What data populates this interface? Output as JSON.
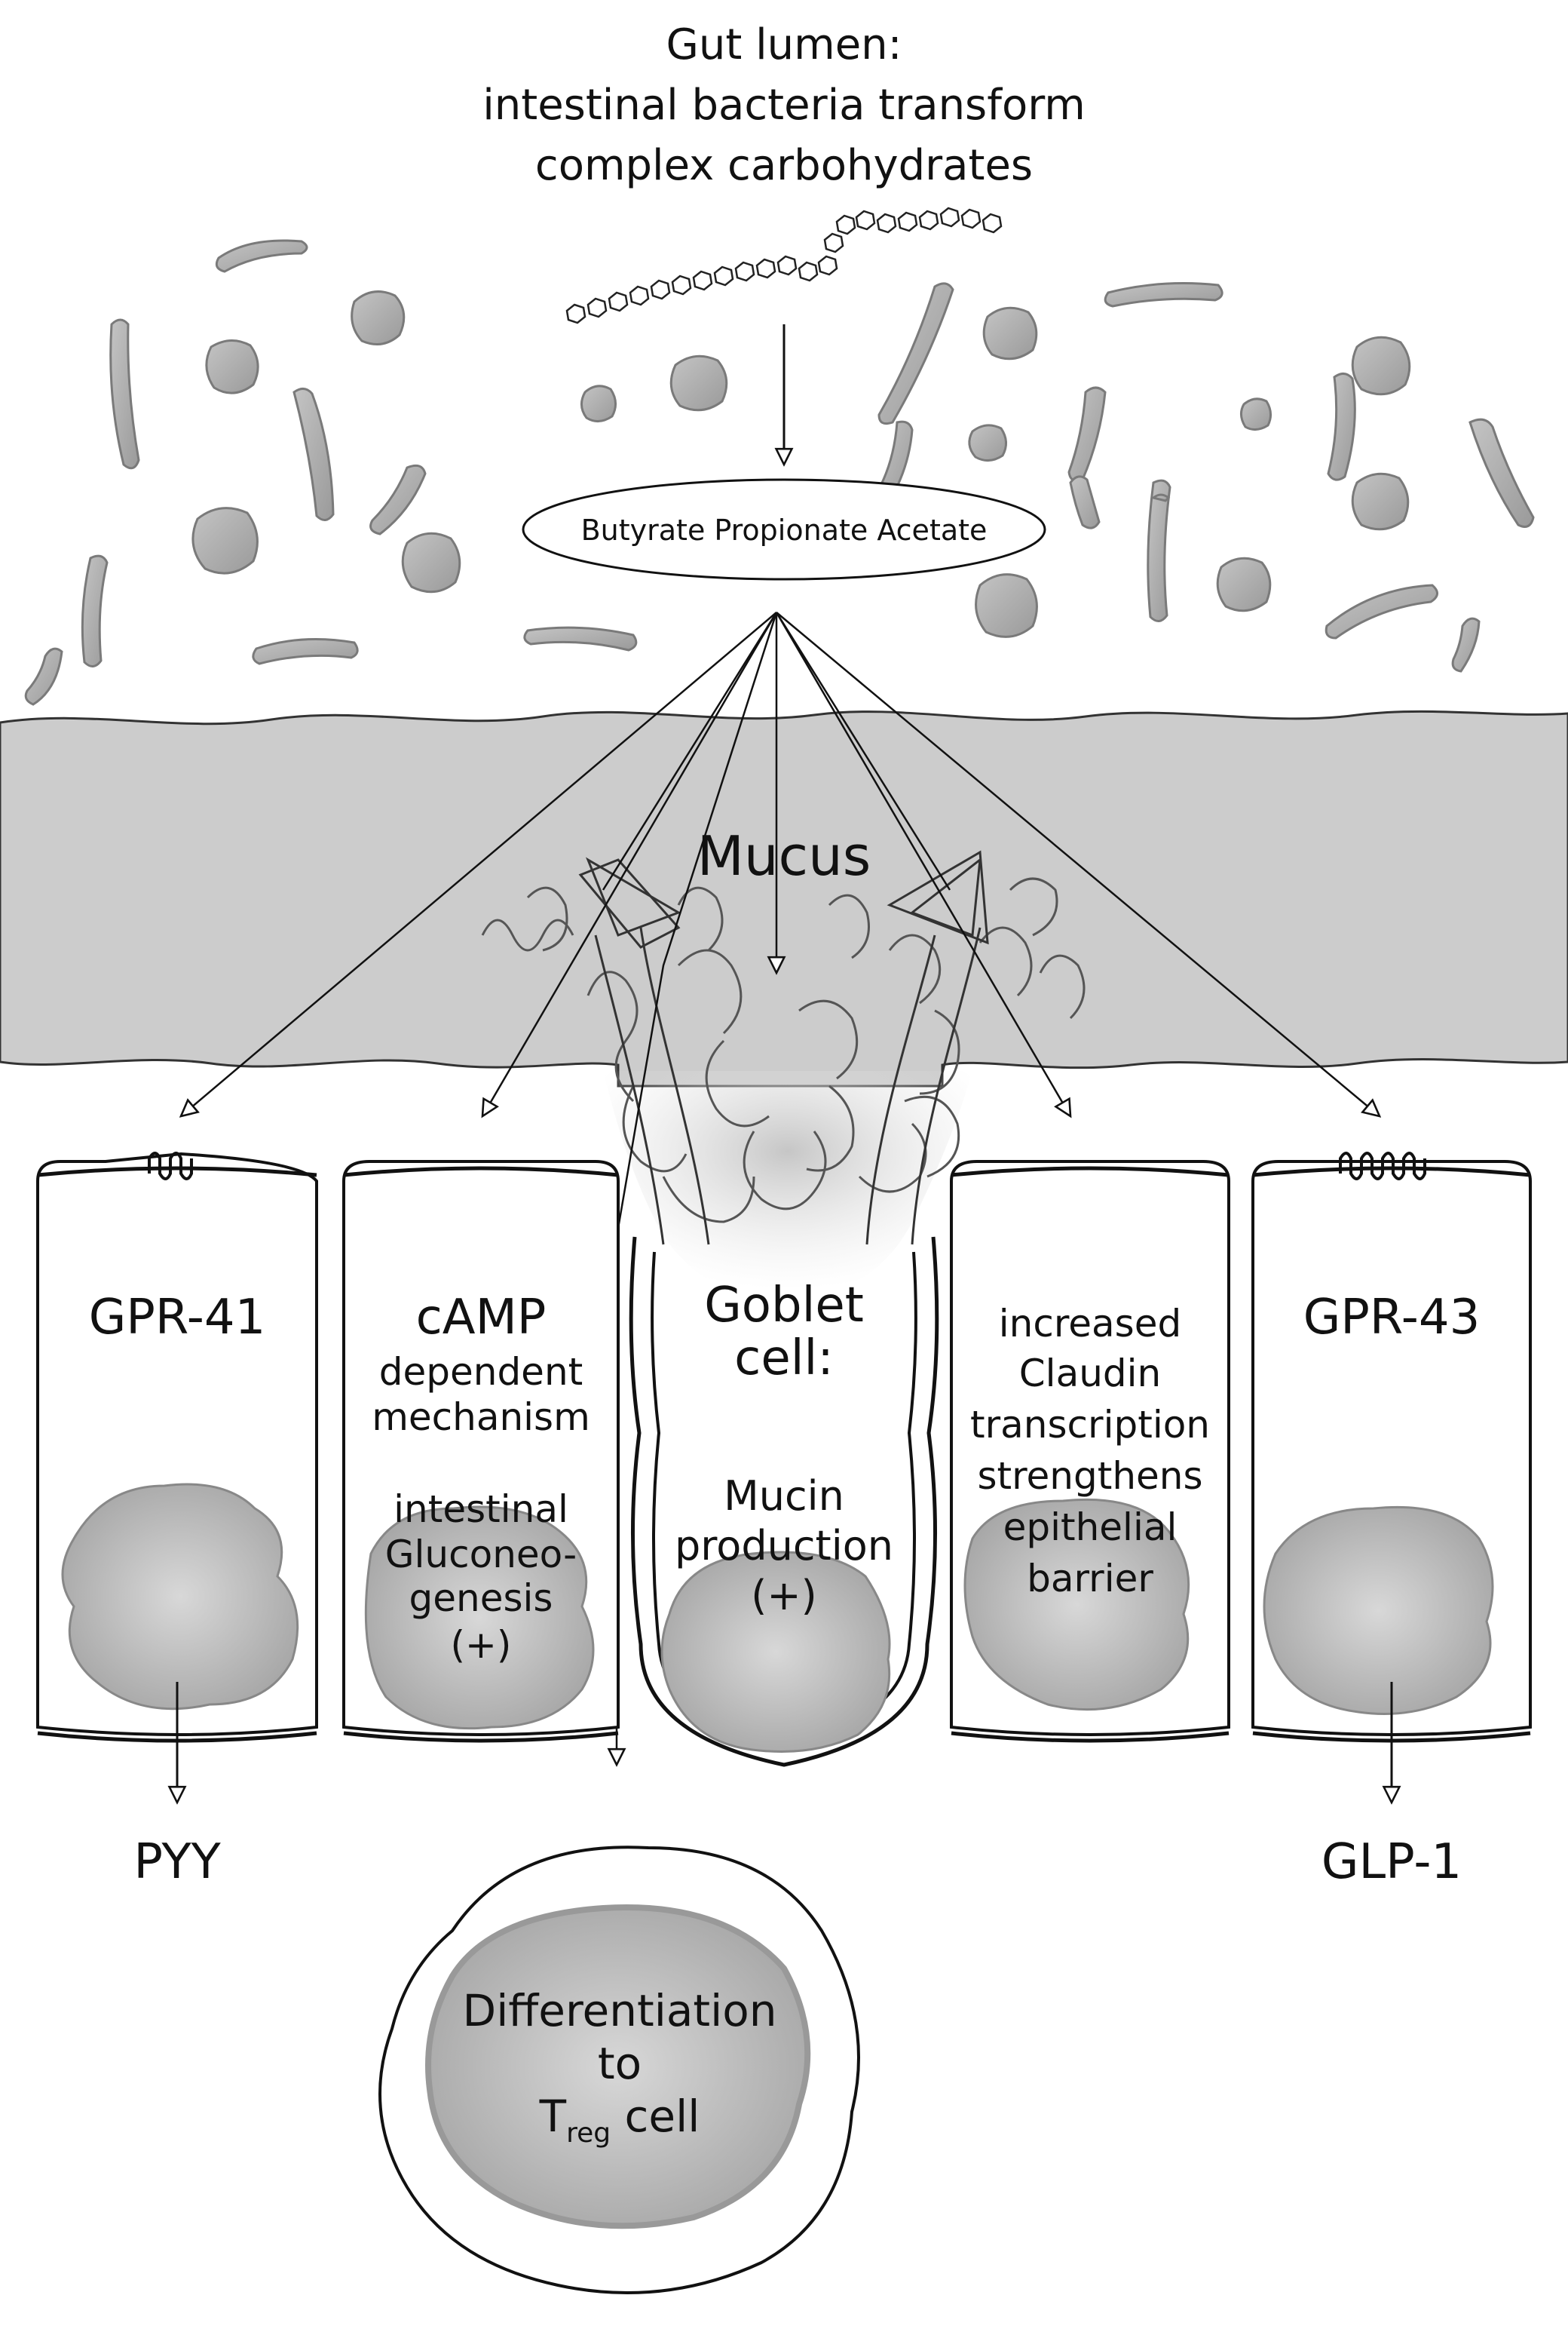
{
  "header": {
    "line1": "Gut lumen:",
    "line2": "intestinal bacteria transform",
    "line3": "complex carbohydrates"
  },
  "scfa_label": "Butyrate Propionate Acetate",
  "mucus_label": "Mucus",
  "cells": {
    "gpr41": {
      "title": "GPR-41",
      "output": "PYY"
    },
    "camp": {
      "title": "cAMP",
      "line1": "dependent",
      "line2": "mechanism",
      "line3": "intestinal",
      "line4": "Gluconeo-",
      "line5": "genesis",
      "line6": "(+)"
    },
    "goblet": {
      "title1": "Goblet",
      "title2": "cell:",
      "line1": "Mucin",
      "line2": "production",
      "line3": "(+)"
    },
    "claudin": {
      "line1": "increased",
      "line2": "Claudin",
      "line3": "transcription",
      "line4": "strengthens",
      "line5": "epithelial",
      "line6": "barrier"
    },
    "gpr43": {
      "title": "GPR-43",
      "output": "GLP-1"
    }
  },
  "treg": {
    "line1": "Differentiation",
    "line2": "to",
    "line3_main": "T",
    "line3_sub": "reg",
    "line3_end": " cell"
  },
  "colors": {
    "mucus": "#cccccc",
    "bacteria": "#b3b3b3",
    "nucleus": "#bfbfbf",
    "outline": "#111111"
  }
}
